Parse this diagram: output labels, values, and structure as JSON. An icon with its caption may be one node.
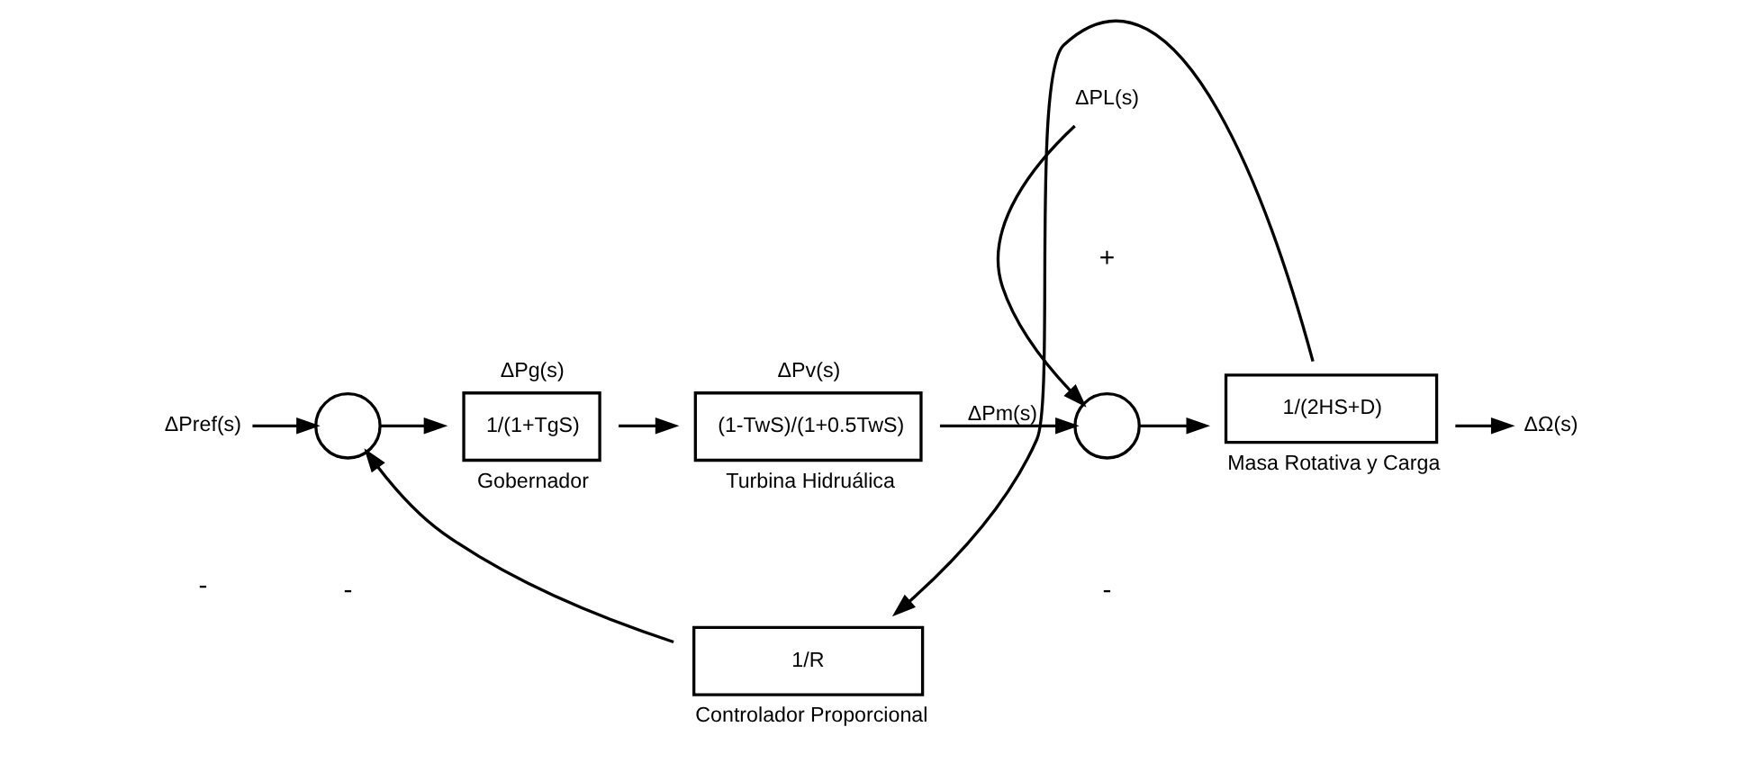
{
  "diagram": {
    "nodes": [
      {
        "text": [
          "ΔPref(s)"
        ]
      },
      {
        "text": [],
        "shape": "circle"
      },
      {
        "text": [
          "1/(1+TgS)"
        ],
        "beside": [
          "ΔPg(s)",
          "Gobernador"
        ]
      },
      {
        "text": [
          "(1-TwS)/(1+0.5TwS)"
        ],
        "beside": [
          "ΔPv(s)",
          "Turbina Hidruálica"
        ]
      },
      {
        "text": [],
        "shape": "circle"
      },
      {
        "text": [
          "1/(2HS+D)"
        ],
        "beside": [
          "Masa Rotativa y Carga"
        ]
      },
      {
        "text": [
          "ΔPL(s)"
        ]
      },
      {
        "text": [
          "ΔΩ(s)"
        ]
      },
      {
        "text": [
          "1/R"
        ],
        "beside": [
          "Controlador Proporcional"
        ]
      }
    ],
    "edges": [
      {
        "from": 0,
        "to": 1,
        "arrow": "to"
      },
      {
        "from": 1,
        "to": 2,
        "arrow": "to"
      },
      {
        "from": 2,
        "to": 3,
        "arrow": "to"
      },
      {
        "from": 3,
        "to": 4,
        "arrow": "to",
        "label": "ΔPm(s)"
      },
      {
        "from": 6,
        "to": 4,
        "arrow": "to"
      },
      {
        "from": 4,
        "to": 5,
        "arrow": "to"
      },
      {
        "from": 5,
        "to": 7,
        "arrow": "to"
      },
      {
        "from": 5,
        "to": 8,
        "arrow": "to"
      },
      {
        "from": 8,
        "to": 1,
        "arrow": "to"
      }
    ],
    "labels": [
      "-",
      "-",
      "-",
      "+"
    ]
  }
}
